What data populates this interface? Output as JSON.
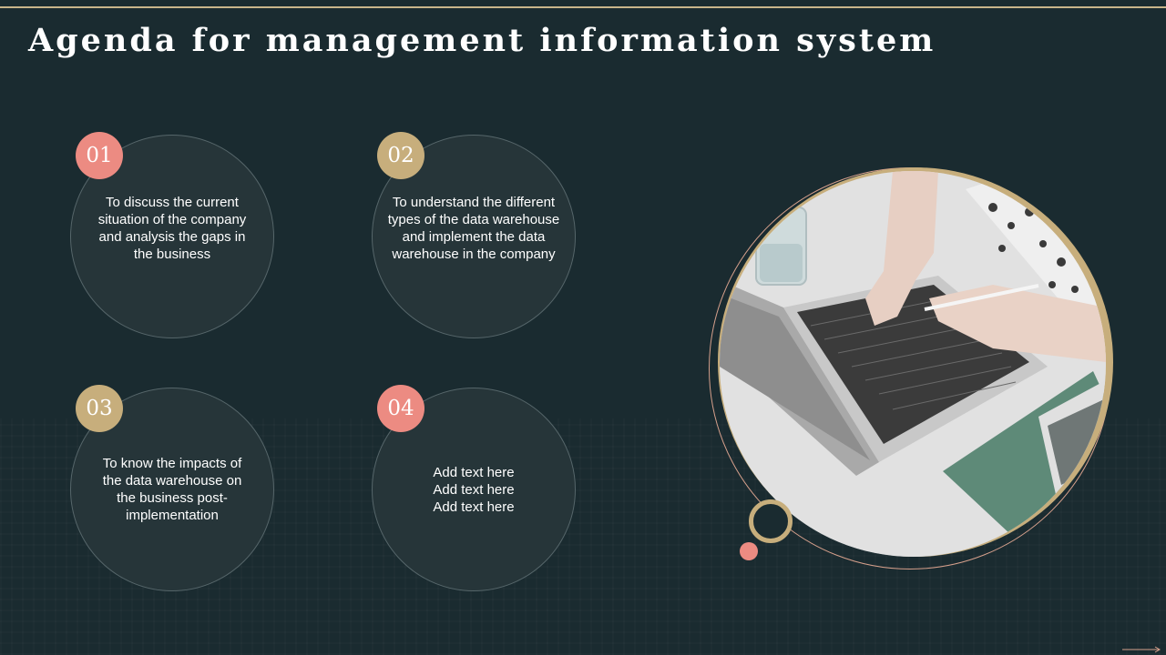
{
  "title": "Agenda for management information system",
  "items": [
    {
      "number": "01",
      "text": "To discuss the current situation of the company and analysis the gaps in the business",
      "badge_color": "#ec8b82"
    },
    {
      "number": "02",
      "text": "To understand the different types of the data warehouse and implement the data warehouse in the company",
      "badge_color": "#c7ae7c"
    },
    {
      "number": "03",
      "text": "To know the impacts of the data warehouse on the business post-implementation",
      "badge_color": "#c7ae7c"
    },
    {
      "number": "04",
      "text": "Add text here Add text here Add text here",
      "badge_color": "#ec8b82"
    }
  ],
  "colors": {
    "background": "#1a2b30",
    "accent_gold": "#c7ae7c",
    "accent_pink": "#ec8b82"
  },
  "photo": {
    "icon": "laptop-photo-icon"
  }
}
